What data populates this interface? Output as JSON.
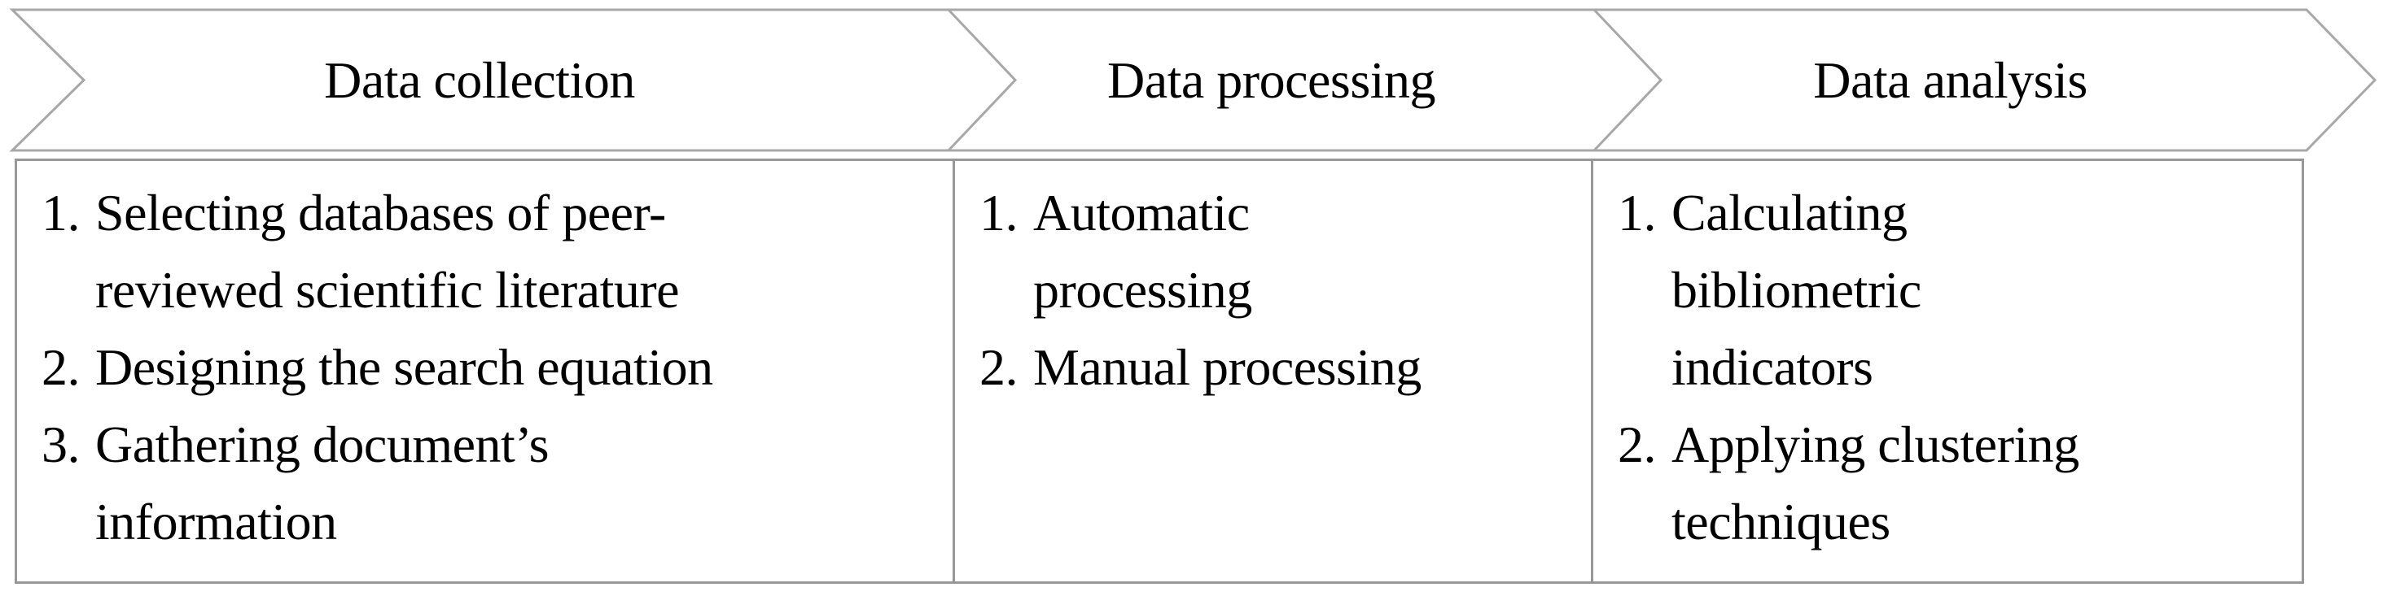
{
  "band": {
    "steps": [
      {
        "label": "Data collection"
      },
      {
        "label": "Data processing"
      },
      {
        "label": "Data analysis"
      }
    ]
  },
  "table": {
    "columns": [
      {
        "phase": "Data collection",
        "items": [
          {
            "number": "1.",
            "lines": [
              "Selecting databases of peer-",
              "reviewed scientific literature"
            ]
          },
          {
            "number": "2.",
            "lines": [
              "Designing the search equation"
            ]
          },
          {
            "number": "3.",
            "lines": [
              "Gathering document’s",
              "information"
            ]
          }
        ]
      },
      {
        "phase": "Data processing",
        "items": [
          {
            "number": "1.",
            "lines": [
              "Automatic",
              "processing"
            ]
          },
          {
            "number": "2.",
            "lines": [
              "Manual processing"
            ]
          }
        ]
      },
      {
        "phase": "Data analysis",
        "items": [
          {
            "number": "1.",
            "lines": [
              "Calculating",
              "bibliometric",
              "indicators"
            ]
          },
          {
            "number": "2.",
            "lines": [
              "Applying clustering",
              "techniques"
            ]
          }
        ]
      }
    ]
  },
  "colors": {
    "band_outline": "#a8a8a8",
    "table_border": "#979797",
    "text": "#000000",
    "background": "#ffffff"
  }
}
